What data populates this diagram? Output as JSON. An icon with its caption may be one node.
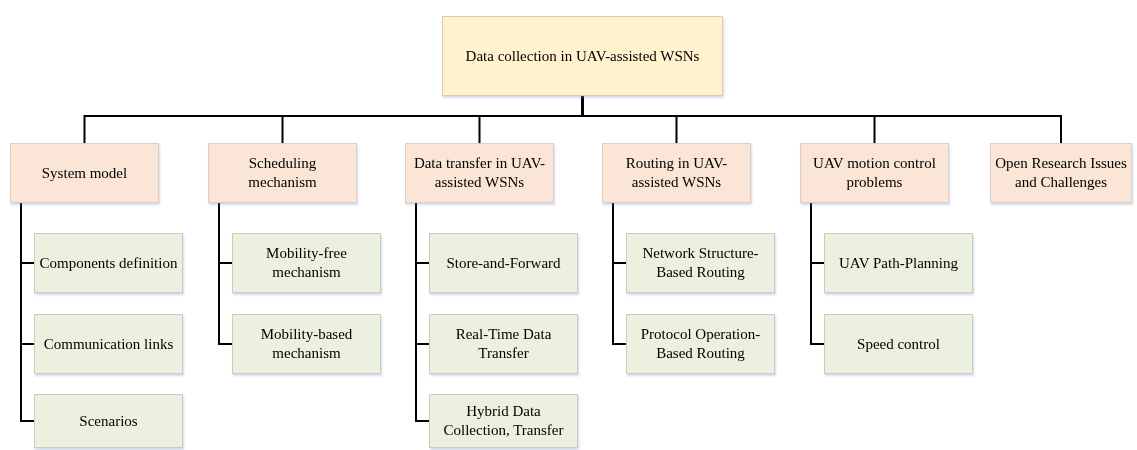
{
  "diagram": {
    "nodes": [
      {
        "text": [
          "Data collection in UAV-assisted WSNs"
        ]
      },
      {
        "text": [
          "System model"
        ]
      },
      {
        "text": [
          "Components definition"
        ]
      },
      {
        "text": [
          "Communication links"
        ]
      },
      {
        "text": [
          "Scenarios"
        ]
      },
      {
        "text": [
          "Scheduling mechanism"
        ]
      },
      {
        "text": [
          "Mobility-free mechanism"
        ]
      },
      {
        "text": [
          "Mobility-based mechanism"
        ]
      },
      {
        "text": [
          "Data transfer in UAV-assisted WSNs"
        ]
      },
      {
        "text": [
          "Store-and-Forward"
        ]
      },
      {
        "text": [
          "Real-Time Data Transfer"
        ]
      },
      {
        "text": [
          "Hybrid Data Collection, Transfer"
        ]
      },
      {
        "text": [
          "Routing in UAV-assisted WSNs"
        ]
      },
      {
        "text": [
          "Network Structure-Based Routing"
        ]
      },
      {
        "text": [
          "Protocol Operation-Based Routing"
        ]
      },
      {
        "text": [
          "UAV motion control problems"
        ]
      },
      {
        "text": [
          "UAV Path-Planning"
        ]
      },
      {
        "text": [
          "Speed control"
        ]
      },
      {
        "text": [
          "Open Research Issues and Challenges"
        ]
      }
    ],
    "edges": [
      {
        "from": 0,
        "to": 1,
        "arrow": "none"
      },
      {
        "from": 0,
        "to": 5,
        "arrow": "none"
      },
      {
        "from": 0,
        "to": 8,
        "arrow": "none"
      },
      {
        "from": 0,
        "to": 12,
        "arrow": "none"
      },
      {
        "from": 0,
        "to": 15,
        "arrow": "none"
      },
      {
        "from": 0,
        "to": 18,
        "arrow": "none"
      },
      {
        "from": 1,
        "to": 2,
        "arrow": "none"
      },
      {
        "from": 1,
        "to": 3,
        "arrow": "none"
      },
      {
        "from": 1,
        "to": 4,
        "arrow": "none"
      },
      {
        "from": 5,
        "to": 6,
        "arrow": "none"
      },
      {
        "from": 5,
        "to": 7,
        "arrow": "none"
      },
      {
        "from": 8,
        "to": 9,
        "arrow": "none"
      },
      {
        "from": 8,
        "to": 10,
        "arrow": "none"
      },
      {
        "from": 8,
        "to": 11,
        "arrow": "none"
      },
      {
        "from": 12,
        "to": 13,
        "arrow": "none"
      },
      {
        "from": 12,
        "to": 14,
        "arrow": "none"
      },
      {
        "from": 15,
        "to": 16,
        "arrow": "none"
      },
      {
        "from": 15,
        "to": 17,
        "arrow": "none"
      }
    ]
  }
}
